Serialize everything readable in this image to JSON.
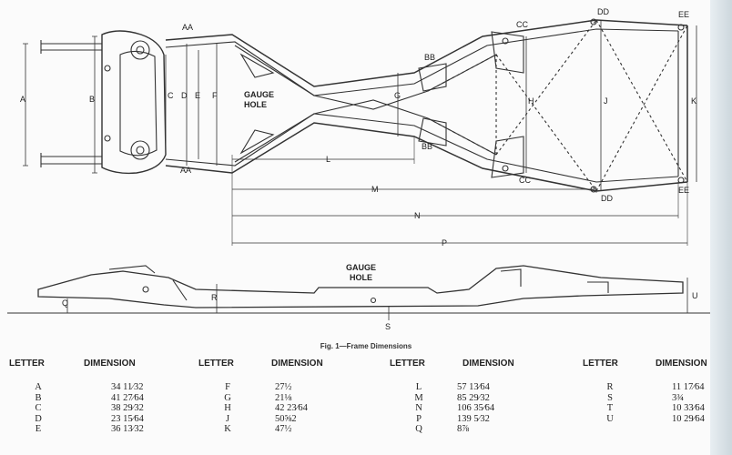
{
  "top_view": {
    "dimension_labels": [
      "A",
      "B",
      "C",
      "D",
      "E",
      "F",
      "G",
      "H",
      "J",
      "K",
      "L",
      "M",
      "N",
      "P"
    ],
    "point_labels": [
      "AA",
      "AA",
      "BB",
      "BB",
      "CC",
      "CC",
      "DD",
      "DD",
      "EE",
      "EE"
    ],
    "gauge_hole_top": "GAUGE",
    "gauge_hole_bottom": "HOLE"
  },
  "side_view": {
    "dimension_labels": [
      "Q",
      "R",
      "S",
      "U"
    ],
    "gauge_hole_top": "GAUGE",
    "gauge_hole_bottom": "HOLE"
  },
  "caption": "Fig. 1—Frame Dimensions",
  "table": {
    "groups": [
      {
        "letter_header": "LETTER",
        "dimension_header": "DIMENSION",
        "rows": [
          {
            "letter": "A",
            "dimension": "34 11⁄32"
          },
          {
            "letter": "B",
            "dimension": "41 27⁄64"
          },
          {
            "letter": "C",
            "dimension": "38 29⁄32"
          },
          {
            "letter": "D",
            "dimension": "23 15⁄64"
          },
          {
            "letter": "E",
            "dimension": "36 13⁄32"
          }
        ]
      },
      {
        "letter_header": "LETTER",
        "dimension_header": "DIMENSION",
        "rows": [
          {
            "letter": "F",
            "dimension": "27½"
          },
          {
            "letter": "G",
            "dimension": "21⅛"
          },
          {
            "letter": "H",
            "dimension": "42 23⁄64"
          },
          {
            "letter": "J",
            "dimension": "50⅝2"
          },
          {
            "letter": "K",
            "dimension": "47½"
          }
        ]
      },
      {
        "letter_header": "LETTER",
        "dimension_header": "DIMENSION",
        "rows": [
          {
            "letter": "L",
            "dimension": "57 13⁄64"
          },
          {
            "letter": "M",
            "dimension": "85 29⁄32"
          },
          {
            "letter": "N",
            "dimension": "106 35⁄64"
          },
          {
            "letter": "P",
            "dimension": "139 5⁄32"
          },
          {
            "letter": "Q",
            "dimension": "8⅞"
          }
        ]
      },
      {
        "letter_header": "LETTER",
        "dimension_header": "DIMENSION",
        "rows": [
          {
            "letter": "R",
            "dimension": "11 17⁄64"
          },
          {
            "letter": "S",
            "dimension": "3¾"
          },
          {
            "letter": "T",
            "dimension": "10 33⁄64"
          },
          {
            "letter": "U",
            "dimension": "10 29⁄64"
          }
        ]
      }
    ]
  }
}
